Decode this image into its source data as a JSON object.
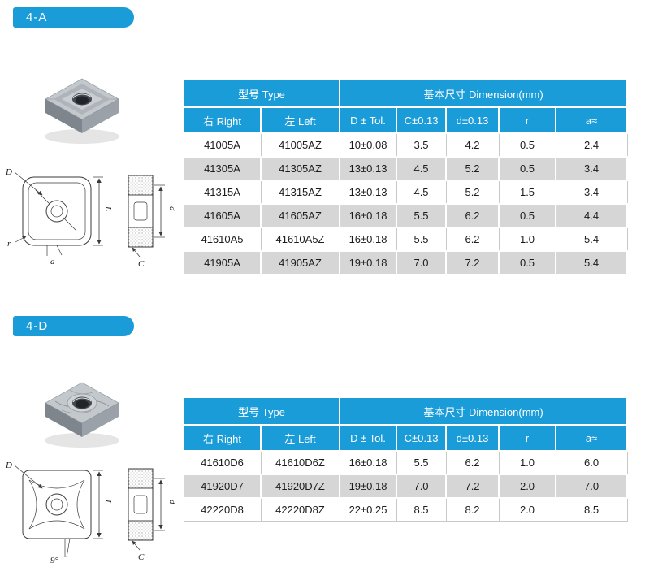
{
  "colors": {
    "accent": "#1a9cd9",
    "rowAlt": "#d6d6d6"
  },
  "table_header": {
    "type_group": "型号  Type",
    "dimension_group": "基本尺寸  Dimension(mm)",
    "right": "右  Right",
    "left": "左  Left",
    "d_tol": "D ± Tol.",
    "c_tol": "C±0.13",
    "d_small_tol": "d±0.13",
    "r": "r",
    "a_approx": "a≈"
  },
  "sections": [
    {
      "badge": "4-A",
      "drawing_labels": {
        "D": "D",
        "L": "L",
        "r": "r",
        "a": "a",
        "C": "C",
        "d": "d"
      },
      "table": {
        "rows": [
          [
            "41005A",
            "41005AZ",
            "10±0.08",
            "3.5",
            "4.2",
            "0.5",
            "2.4"
          ],
          [
            "41305A",
            "41305AZ",
            "13±0.13",
            "4.5",
            "5.2",
            "0.5",
            "3.4"
          ],
          [
            "41315A",
            "41315AZ",
            "13±0.13",
            "4.5",
            "5.2",
            "1.5",
            "3.4"
          ],
          [
            "41605A",
            "41605AZ",
            "16±0.18",
            "5.5",
            "6.2",
            "0.5",
            "4.4"
          ],
          [
            "41610A5",
            "41610A5Z",
            "16±0.18",
            "5.5",
            "6.2",
            "1.0",
            "5.4"
          ],
          [
            "41905A",
            "41905AZ",
            "19±0.18",
            "7.0",
            "7.2",
            "0.5",
            "5.4"
          ]
        ]
      }
    },
    {
      "badge": "4-D",
      "drawing_labels": {
        "D": "D",
        "L": "L",
        "d": "d",
        "C": "C",
        "angle": "9°"
      },
      "table": {
        "rows": [
          [
            "41610D6",
            "41610D6Z",
            "16±0.18",
            "5.5",
            "6.2",
            "1.0",
            "6.0"
          ],
          [
            "41920D7",
            "41920D7Z",
            "19±0.18",
            "7.0",
            "7.2",
            "2.0",
            "7.0"
          ],
          [
            "42220D8",
            "42220D8Z",
            "22±0.25",
            "8.5",
            "8.2",
            "2.0",
            "8.5"
          ]
        ]
      }
    }
  ]
}
